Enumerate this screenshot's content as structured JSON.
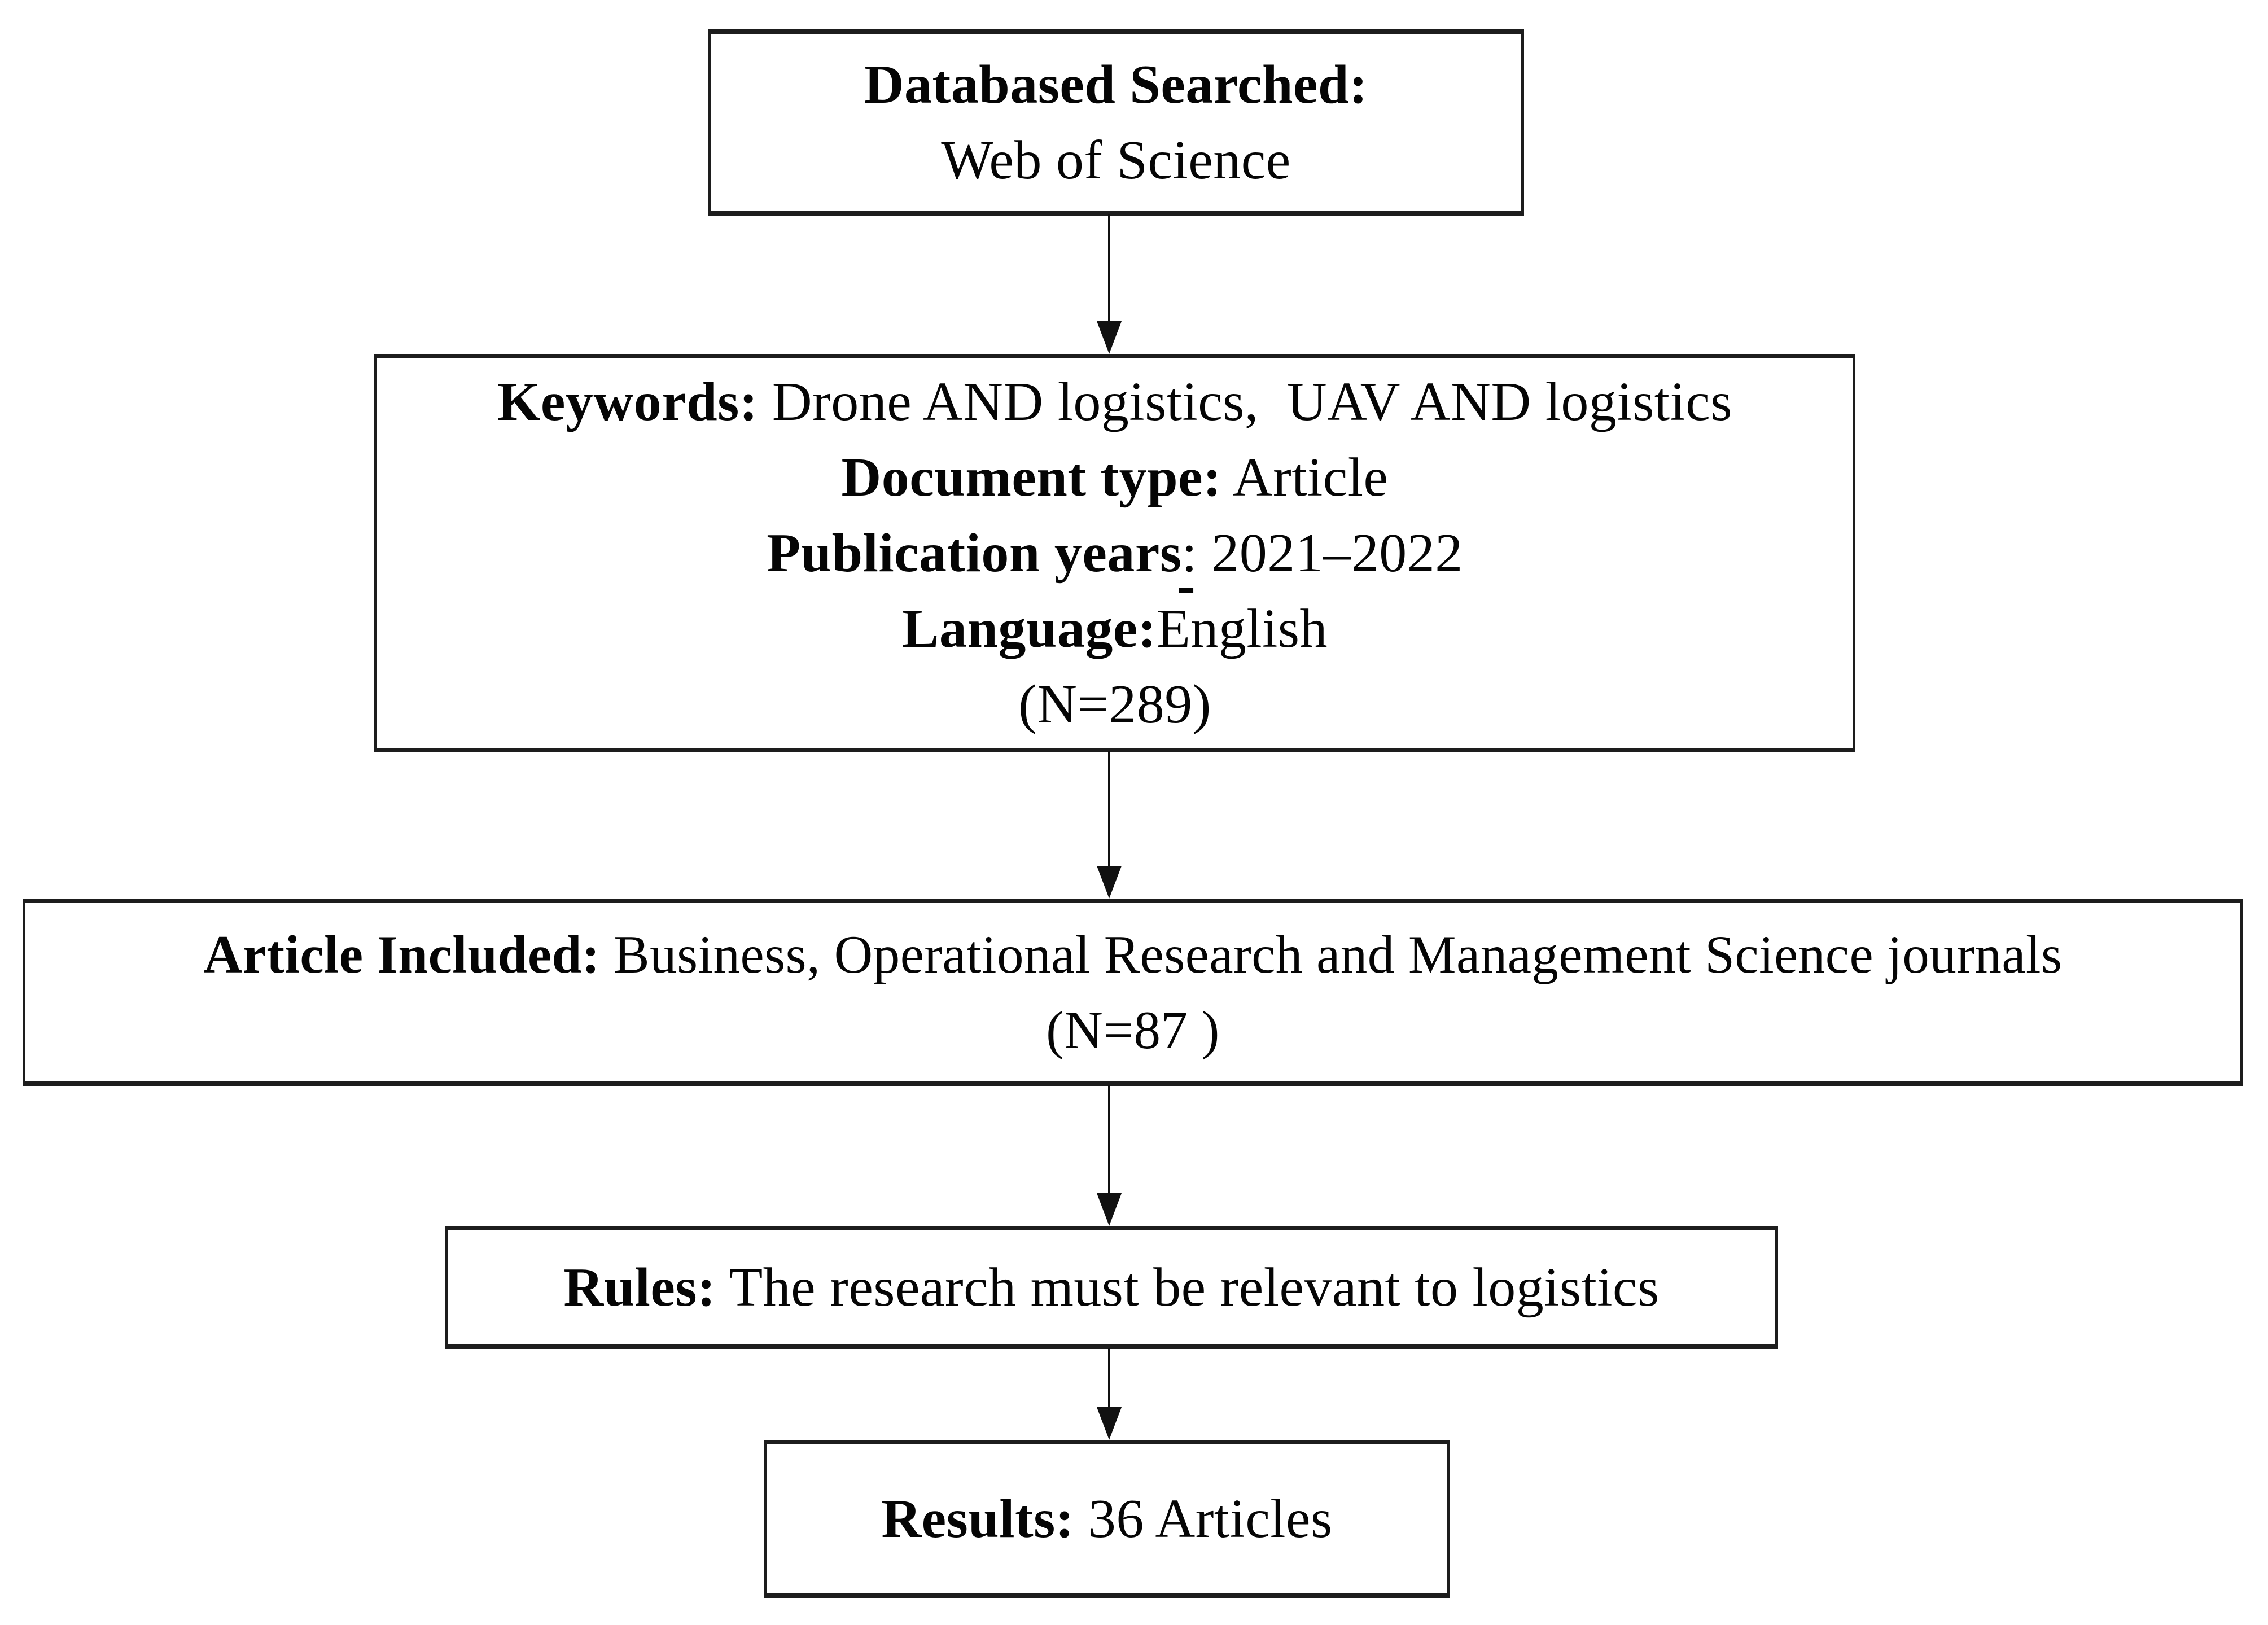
{
  "diagram": {
    "title_semantic": "Literature search flowchart",
    "colors": {
      "background": "#ffffff",
      "border": "#1d1d1d",
      "text": "#050505",
      "arrow": "#111111"
    },
    "stray_mark": "-",
    "boxes": [
      {
        "id": "databases-searched",
        "lines": [
          {
            "label": "Databased Searched:",
            "text": ""
          },
          {
            "label": "",
            "text": "Web of Science"
          }
        ]
      },
      {
        "id": "search-criteria",
        "lines": [
          {
            "label": "Keywords:",
            "text": " Drone AND logistics,  UAV AND logistics"
          },
          {
            "label": "Document type:",
            "text": " Article"
          },
          {
            "label": "Publication years",
            "text": ": 2021–2022"
          },
          {
            "label": "Language:",
            "text": "English"
          },
          {
            "label": "",
            "text": "(N=289)"
          }
        ]
      },
      {
        "id": "articles-included",
        "lines": [
          {
            "label": "Article Included:",
            "text": " Business, Operational Research and Management Science journals"
          },
          {
            "label": "",
            "text": "(N=87 )"
          }
        ]
      },
      {
        "id": "rules",
        "lines": [
          {
            "label": "Rules:",
            "text": " The research must be relevant to logistics"
          }
        ]
      },
      {
        "id": "results",
        "lines": [
          {
            "label": "Results:",
            "text": " 36 Articles"
          }
        ]
      }
    ],
    "arrows": [
      {
        "from": "databases-searched",
        "to": "search-criteria"
      },
      {
        "from": "search-criteria",
        "to": "articles-included"
      },
      {
        "from": "articles-included",
        "to": "rules"
      },
      {
        "from": "rules",
        "to": "results"
      }
    ]
  }
}
